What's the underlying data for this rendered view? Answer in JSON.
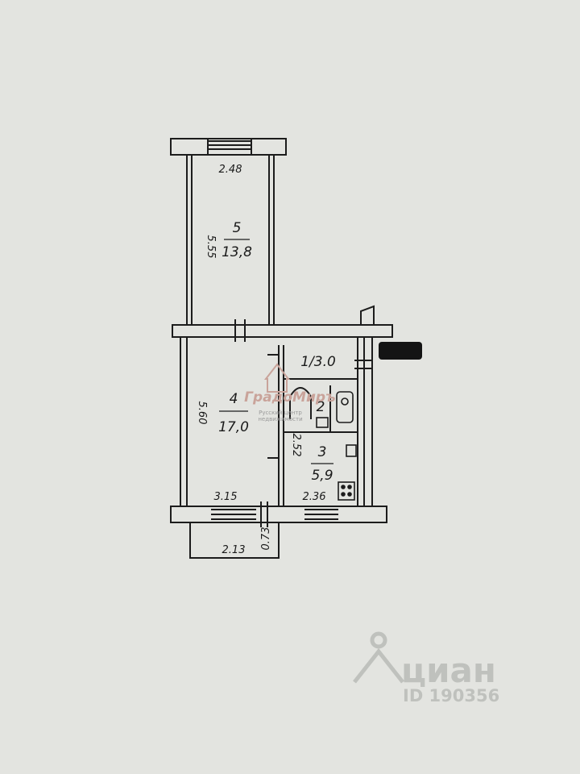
{
  "plan": {
    "rooms": [
      {
        "id": "room-5",
        "number": "5",
        "area": "13,8"
      },
      {
        "id": "room-4",
        "number": "4",
        "area": "17,0"
      },
      {
        "id": "room-3",
        "number": "3",
        "area": "5,9"
      },
      {
        "id": "room-2",
        "number": "2"
      },
      {
        "id": "room-1",
        "label": "1/3.0"
      }
    ],
    "dimensions": {
      "room5_width": "2.48",
      "room5_length": "5.55",
      "room4_length": "5.60",
      "room4_width": "3.15",
      "kitchen_width": "2.36",
      "kitchen_length": "2.52",
      "balcony_width": "2.13",
      "balcony_depth": "0.73"
    }
  },
  "watermarks": {
    "agency_logo": "ГрадоМиръ",
    "agency_line1": "Русский центр",
    "agency_line2": "недвижимости",
    "cian_text": "циан",
    "cian_id": "ID 190356"
  }
}
